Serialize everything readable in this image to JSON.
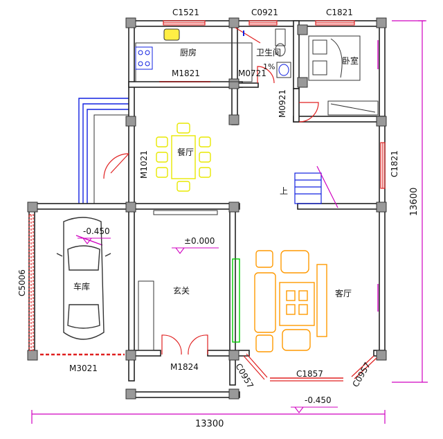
{
  "colors": {
    "wall": "#222222",
    "window": "#e02020",
    "door": "#e02020",
    "dimension": "#d000c0",
    "furniture_dining": "#e8e800",
    "furniture_living": "#ff9900",
    "stair": "#1020e0",
    "pipe": "#1020e0",
    "column": "#999999",
    "green": "#00cc00"
  },
  "windows": {
    "c1521": "C1521",
    "c0921_top": "C0921",
    "c1821_top": "C1821",
    "c1821_right": "C1821",
    "c5006": "C5006",
    "c1857": "C1857",
    "c0957_left": "C0957",
    "c0957_right": "C0957"
  },
  "doors": {
    "m1821": "M1821",
    "m0721": "M0721",
    "m0921": "M0921",
    "m1021": "M1021",
    "m3021": "M3021",
    "m1824": "M1824"
  },
  "rooms": {
    "kitchen": "厨房",
    "bathroom": "卫生间",
    "bedroom": "卧室",
    "dining": "餐厅",
    "garage": "车库",
    "foyer": "玄关",
    "living": "客厅"
  },
  "annotations": {
    "slope": "1%",
    "stair_up": "上",
    "level_main": "±0.000",
    "level_garage": "-0.450",
    "level_outside": "-0.450"
  },
  "dimensions": {
    "width_total": "13300",
    "depth_total": "13600"
  }
}
